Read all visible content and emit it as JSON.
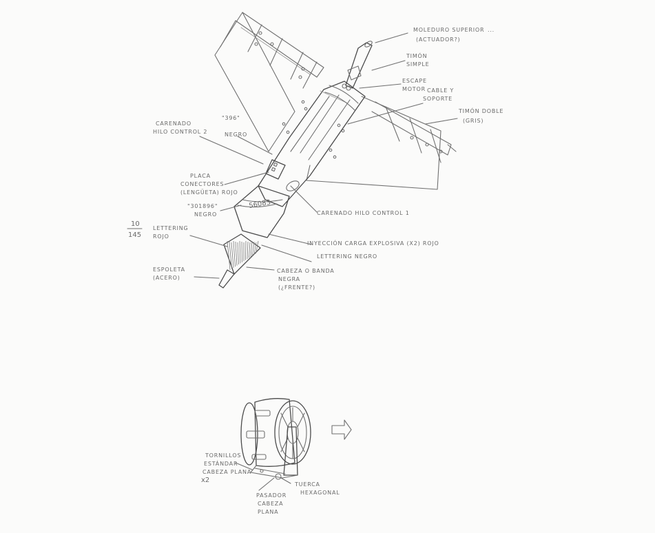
{
  "labels": {
    "moledura": "Moleduro superior",
    "moledura2": "(Actuador?)",
    "dots": "...",
    "timon_simple_1": "Timón",
    "timon_simple_2": "simple",
    "escape_1": "Escape",
    "escape_2": "motor",
    "cable_1": "Cable y",
    "cable_2": "soporte",
    "timon_doble_1": "Timón doble",
    "timon_doble_2": "(gris)",
    "carenado2_1": "Carenado",
    "carenado2_2": "hilo control 2",
    "code396_1": "\"396\"",
    "code396_2": "negro",
    "placa_1": "Placa",
    "placa_2": "conectores",
    "placa_3": "(Lengüeta) Rojo",
    "code_negro_1": "\"301896\"",
    "code_negro_2": "negro",
    "carenado1": "Carenado hilo control 1",
    "fraction_num": "10",
    "fraction_den": "145",
    "lettering_rojo_1": "Lettering",
    "lettering_rojo_2": "Rojo",
    "inyeccion": "Inyección carga explosiva (x2) Rojo",
    "lettering_negro": "Lettering negro",
    "espoleta_1": "Espoleta",
    "espoleta_2": "(Acero)",
    "cabeza_1": "Cabeza o banda",
    "cabeza_2": "negra",
    "cabeza_3": "(¿Frente?)",
    "tornillos_1": "Tornillos",
    "tornillos_2": "estándar",
    "tornillos_3": "cabeza plana",
    "tornillos_4": "x2",
    "pasador_1": "Pasador",
    "pasador_2": "cabeza",
    "pasador_3": "plana",
    "tuerca_1": "Tuerca",
    "tuerca_2": "hexagonal",
    "marking": "56083"
  }
}
